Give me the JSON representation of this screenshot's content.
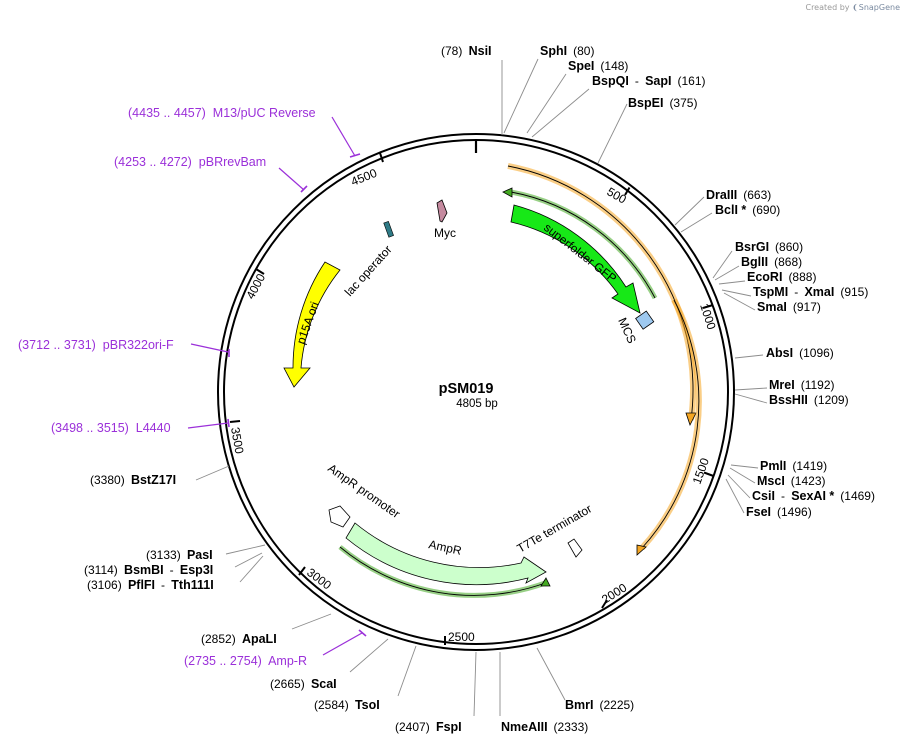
{
  "credit": {
    "prefix": "Created by",
    "brand": "SnapGene",
    "icon": "snapgene-logo-icon"
  },
  "plasmid": {
    "name": "pSM019",
    "length": "4805 bp",
    "total_bp": 4805
  },
  "tick_labels": [
    "500",
    "1000",
    "1500",
    "2000",
    "2500",
    "3000",
    "3500",
    "4000",
    "4500"
  ],
  "restriction_sites": [
    {
      "id": "nsii",
      "parts": [
        {
          "t": "(78)",
          "c": "pos"
        },
        {
          "t": "NsiI",
          "c": "name"
        }
      ]
    },
    {
      "id": "sphi",
      "parts": [
        {
          "t": "SphI",
          "c": "name"
        },
        {
          "t": "(80)",
          "c": "pos"
        }
      ]
    },
    {
      "id": "spei",
      "parts": [
        {
          "t": "SpeI",
          "c": "name"
        },
        {
          "t": "(148)",
          "c": "pos"
        }
      ]
    },
    {
      "id": "bspqi-sapi",
      "parts": [
        {
          "t": "BspQI",
          "c": "name"
        },
        {
          "t": "-",
          "c": "pos"
        },
        {
          "t": "SapI",
          "c": "name"
        },
        {
          "t": "(161)",
          "c": "pos"
        }
      ]
    },
    {
      "id": "bspei",
      "parts": [
        {
          "t": "BspEI",
          "c": "name"
        },
        {
          "t": "(375)",
          "c": "pos"
        }
      ]
    },
    {
      "id": "draiii",
      "parts": [
        {
          "t": "DraIII",
          "c": "name"
        },
        {
          "t": "(663)",
          "c": "pos"
        }
      ]
    },
    {
      "id": "bcli",
      "parts": [
        {
          "t": "BclI *",
          "c": "name"
        },
        {
          "t": "(690)",
          "c": "pos"
        }
      ]
    },
    {
      "id": "bsrgi",
      "parts": [
        {
          "t": "BsrGI",
          "c": "name"
        },
        {
          "t": "(860)",
          "c": "pos"
        }
      ]
    },
    {
      "id": "bglii",
      "parts": [
        {
          "t": "BglII",
          "c": "name"
        },
        {
          "t": "(868)",
          "c": "pos"
        }
      ]
    },
    {
      "id": "ecori",
      "parts": [
        {
          "t": "EcoRI",
          "c": "name"
        },
        {
          "t": "(888)",
          "c": "pos"
        }
      ]
    },
    {
      "id": "tspmi-xmai",
      "parts": [
        {
          "t": "TspMI",
          "c": "name"
        },
        {
          "t": "-",
          "c": "pos"
        },
        {
          "t": "XmaI",
          "c": "name"
        },
        {
          "t": "(915)",
          "c": "pos"
        }
      ]
    },
    {
      "id": "smai",
      "parts": [
        {
          "t": "SmaI",
          "c": "name"
        },
        {
          "t": "(917)",
          "c": "pos"
        }
      ]
    },
    {
      "id": "absi",
      "parts": [
        {
          "t": "AbsI",
          "c": "name"
        },
        {
          "t": "(1096)",
          "c": "pos"
        }
      ]
    },
    {
      "id": "mrei",
      "parts": [
        {
          "t": "MreI",
          "c": "name"
        },
        {
          "t": "(1192)",
          "c": "pos"
        }
      ]
    },
    {
      "id": "bsshii",
      "parts": [
        {
          "t": "BssHII",
          "c": "name"
        },
        {
          "t": "(1209)",
          "c": "pos"
        }
      ]
    },
    {
      "id": "pmli",
      "parts": [
        {
          "t": "PmlI",
          "c": "name"
        },
        {
          "t": "(1419)",
          "c": "pos"
        }
      ]
    },
    {
      "id": "msci",
      "parts": [
        {
          "t": "MscI",
          "c": "name"
        },
        {
          "t": "(1423)",
          "c": "pos"
        }
      ]
    },
    {
      "id": "csii-sexai",
      "parts": [
        {
          "t": "CsiI",
          "c": "name"
        },
        {
          "t": "-",
          "c": "pos"
        },
        {
          "t": "SexAI *",
          "c": "name"
        },
        {
          "t": "(1469)",
          "c": "pos"
        }
      ]
    },
    {
      "id": "fsei",
      "parts": [
        {
          "t": "FseI",
          "c": "name"
        },
        {
          "t": "(1496)",
          "c": "pos"
        }
      ]
    },
    {
      "id": "bmri",
      "parts": [
        {
          "t": "BmrI",
          "c": "name"
        },
        {
          "t": "(2225)",
          "c": "pos"
        }
      ]
    },
    {
      "id": "nmeaiii",
      "parts": [
        {
          "t": "NmeAIII",
          "c": "name"
        },
        {
          "t": "(2333)",
          "c": "pos"
        }
      ]
    },
    {
      "id": "fspi",
      "parts": [
        {
          "t": "(2407)",
          "c": "pos"
        },
        {
          "t": "FspI",
          "c": "name"
        }
      ]
    },
    {
      "id": "tsoi",
      "parts": [
        {
          "t": "(2584)",
          "c": "pos"
        },
        {
          "t": "TsoI",
          "c": "name"
        }
      ]
    },
    {
      "id": "scai",
      "parts": [
        {
          "t": "(2665)",
          "c": "pos"
        },
        {
          "t": "ScaI",
          "c": "name"
        }
      ]
    },
    {
      "id": "apali",
      "parts": [
        {
          "t": "(2852)",
          "c": "pos"
        },
        {
          "t": "ApaLI",
          "c": "name"
        }
      ]
    },
    {
      "id": "pfifi-tth111i",
      "parts": [
        {
          "t": "(3106)",
          "c": "pos"
        },
        {
          "t": "PflFI",
          "c": "name"
        },
        {
          "t": "-",
          "c": "pos"
        },
        {
          "t": "Tth111I",
          "c": "name"
        }
      ]
    },
    {
      "id": "bsmbi-esp3i",
      "parts": [
        {
          "t": "(3114)",
          "c": "pos"
        },
        {
          "t": "BsmBI",
          "c": "name"
        },
        {
          "t": "-",
          "c": "pos"
        },
        {
          "t": "Esp3I",
          "c": "name"
        }
      ]
    },
    {
      "id": "pasi",
      "parts": [
        {
          "t": "(3133)",
          "c": "pos"
        },
        {
          "t": "PasI",
          "c": "name"
        }
      ]
    },
    {
      "id": "bstz17i",
      "parts": [
        {
          "t": "(3380)",
          "c": "pos"
        },
        {
          "t": "BstZ17I",
          "c": "name"
        }
      ]
    }
  ],
  "primers": [
    {
      "id": "m13-puc-reverse",
      "text": "(4435 .. 4457)  M13/pUC Reverse"
    },
    {
      "id": "pbrrevbam",
      "text": "(4253 .. 4272)  pBRrevBam"
    },
    {
      "id": "pbr322ori-f",
      "text": "(3712 .. 3731)  pBR322ori-F"
    },
    {
      "id": "l4440",
      "text": "(3498 .. 3515)  L4440"
    },
    {
      "id": "amp-r",
      "text": "(2735 .. 2754)  Amp-R"
    }
  ],
  "features": [
    {
      "id": "superfolder-gfp",
      "label": "superfolder GFP",
      "color": "#17e817"
    },
    {
      "id": "mcs",
      "label": "MCS",
      "color": "#9ec9f0"
    },
    {
      "id": "myc",
      "label": "Myc",
      "color": "#c58a9f"
    },
    {
      "id": "lac-operator",
      "label": "lac operator",
      "color": "#2f7a86"
    },
    {
      "id": "p15a-ori",
      "label": "p15A ori",
      "color": "#ffff00"
    },
    {
      "id": "ampr-promoter",
      "label": "AmpR promoter",
      "color": "#ffffff"
    },
    {
      "id": "ampr",
      "label": "AmpR",
      "color": "#ccffcc"
    },
    {
      "id": "t7te-terminator",
      "label": "T7Te terminator",
      "color": "#ffffff"
    }
  ],
  "colors": {
    "orf_orange": "#f5a623",
    "orf_green": "#44aa22",
    "primer_purple": "#9b30d9",
    "backbone": "#000000"
  }
}
